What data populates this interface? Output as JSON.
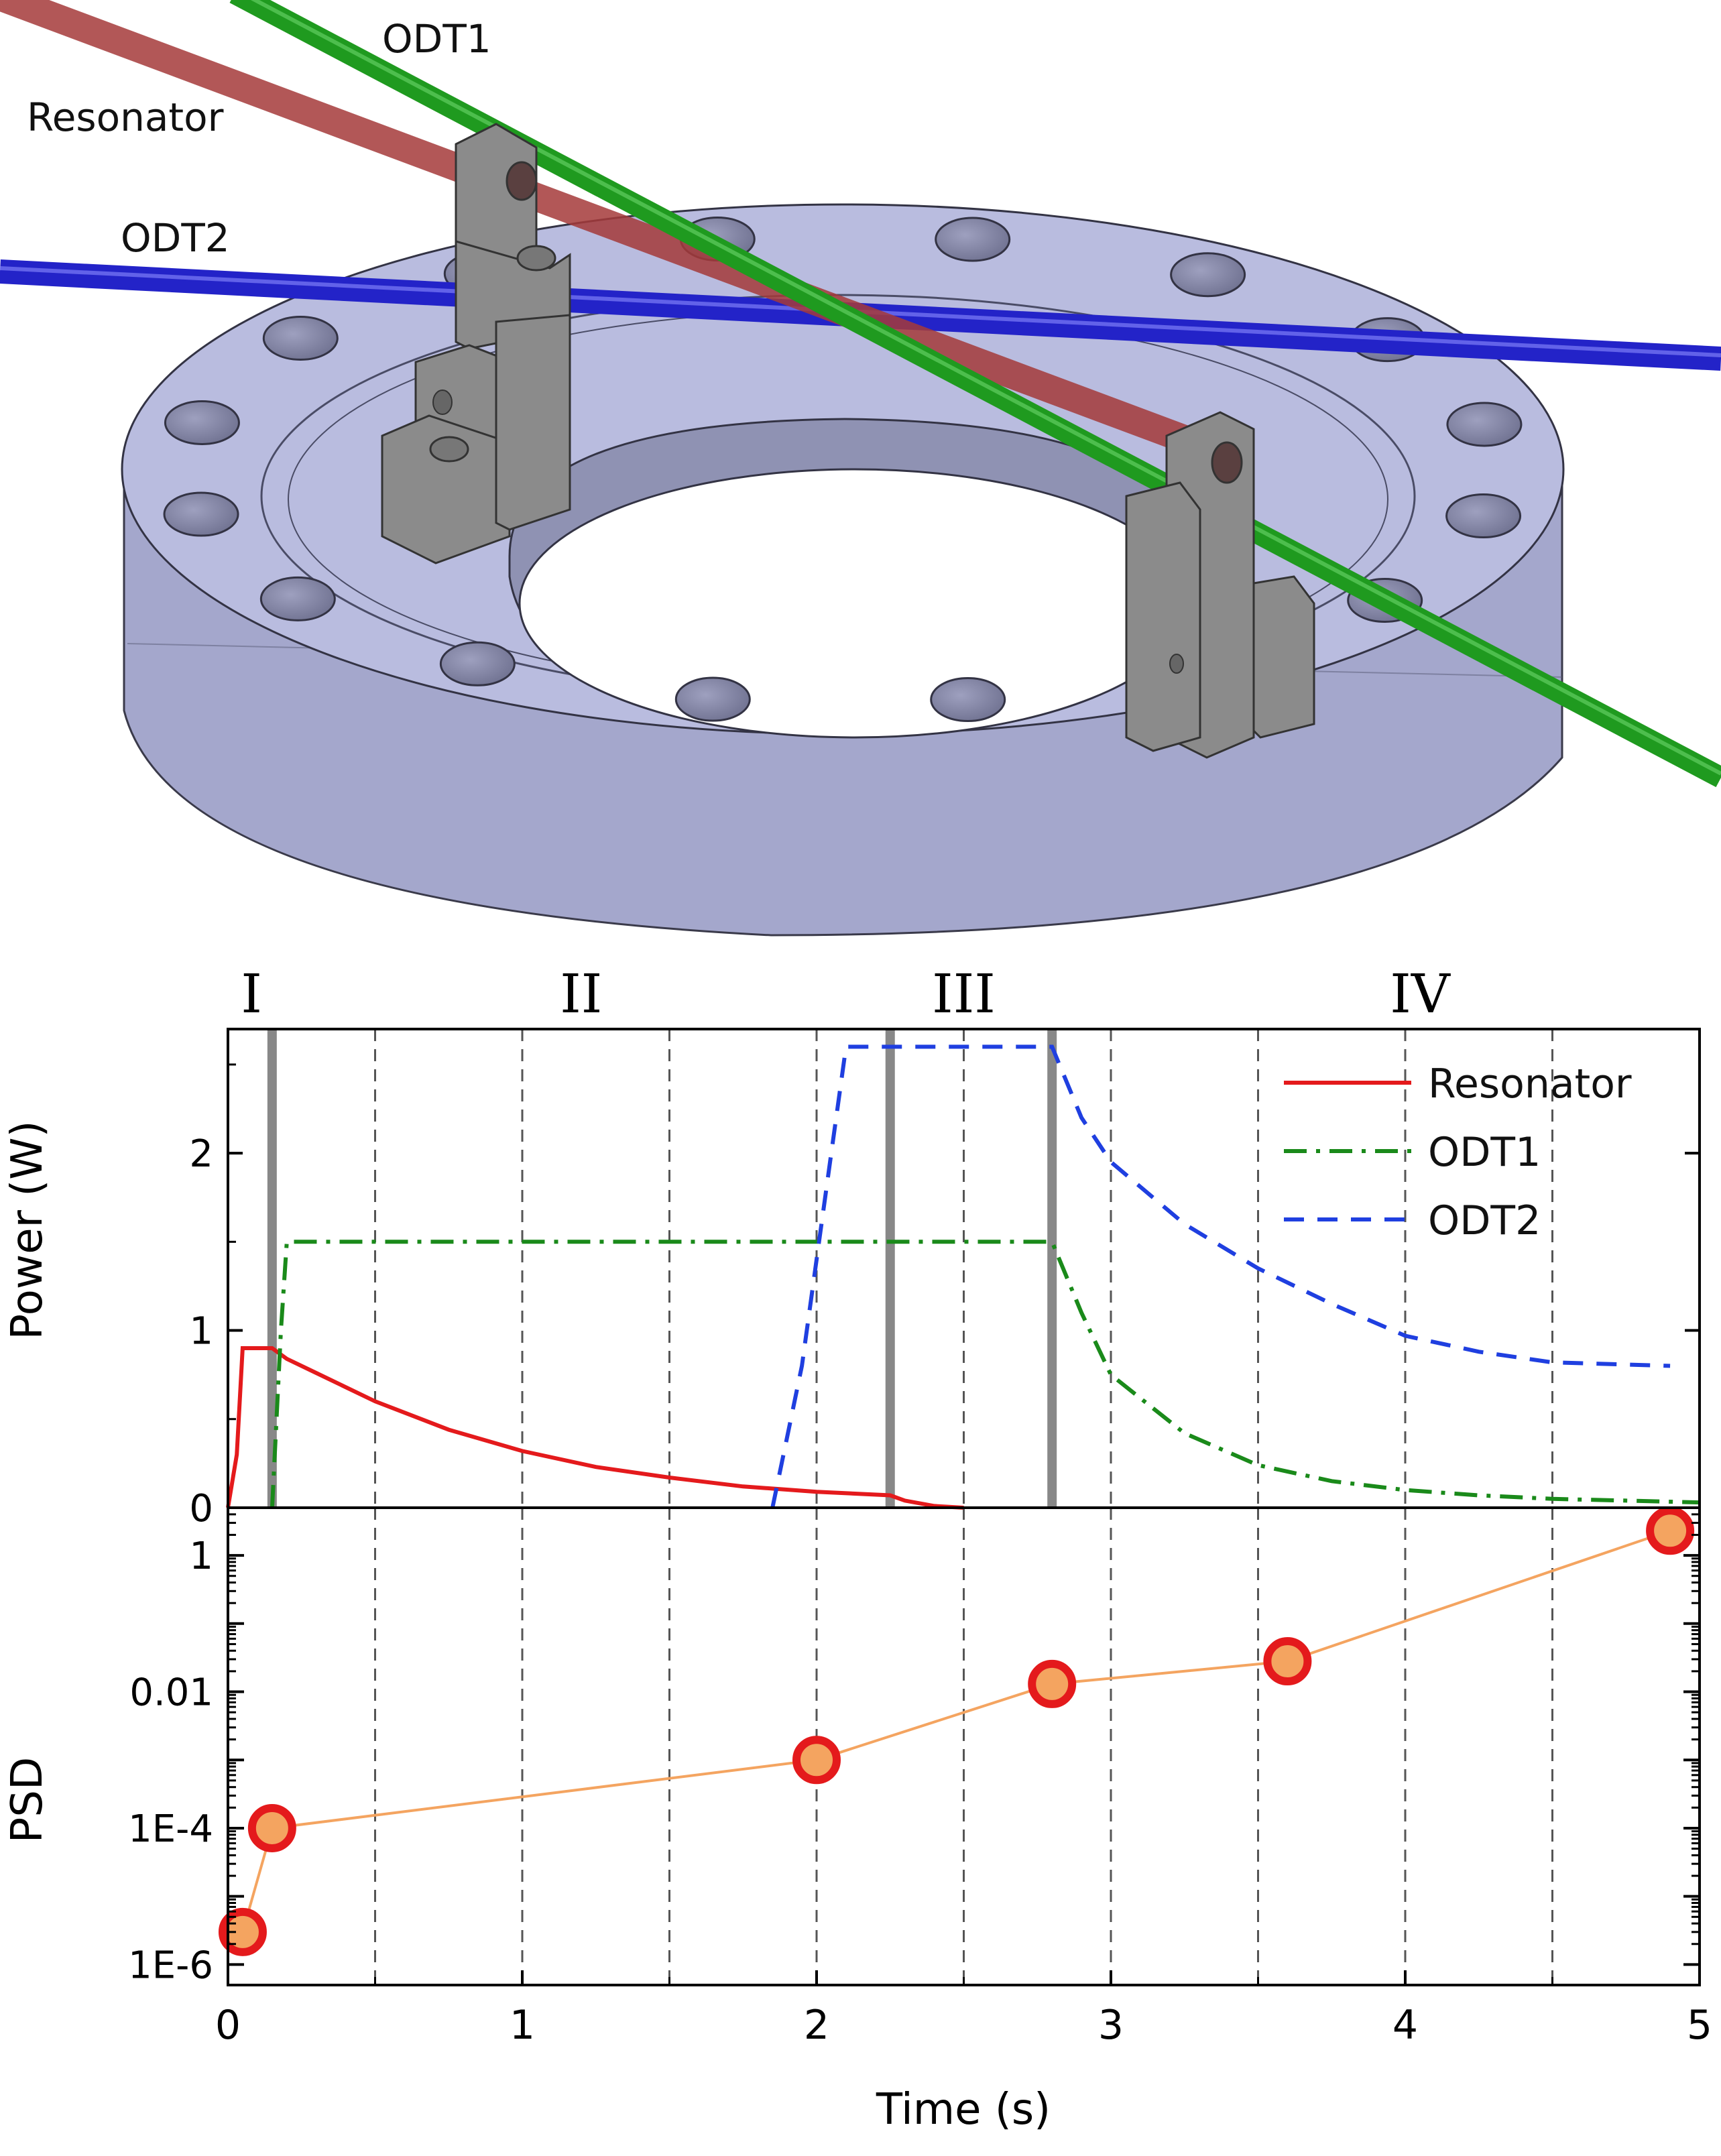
{
  "render": {
    "labels": {
      "odt1": "ODT1",
      "resonator": "Resonator",
      "odt2": "ODT2"
    },
    "colors": {
      "flange_top": "#b9bcdf",
      "flange_side": "#a4a7cc",
      "mount": "#8b8b8b",
      "resonator_beam": "#a53a3a",
      "odt1_beam": "#1f9a1f",
      "odt2_beam": "#2323c8"
    }
  },
  "chart_data": [
    {
      "type": "line",
      "xlabel": "",
      "ylabel": "Power (W)",
      "xlim": [
        0,
        5
      ],
      "ylim": [
        0,
        2.7
      ],
      "yticks": [
        "0",
        "1",
        "2"
      ],
      "phases": [
        {
          "label": "I",
          "x": 0.08
        },
        {
          "label": "II",
          "x": 1.2
        },
        {
          "label": "III",
          "x": 2.5
        },
        {
          "label": "IV",
          "x": 4.05
        }
      ],
      "phase_boundaries": [
        0.15,
        2.25,
        2.8
      ],
      "legend_position": "top-right",
      "series": [
        {
          "name": "Resonator",
          "color": "#e41a1c",
          "style": "solid",
          "x": [
            0.0,
            0.03,
            0.05,
            0.15,
            0.2,
            0.3,
            0.5,
            0.75,
            1.0,
            1.25,
            1.5,
            1.75,
            2.0,
            2.25,
            2.3,
            2.4,
            2.5
          ],
          "y": [
            0.0,
            0.3,
            0.9,
            0.9,
            0.84,
            0.76,
            0.6,
            0.44,
            0.32,
            0.23,
            0.17,
            0.12,
            0.09,
            0.07,
            0.04,
            0.01,
            0.0
          ]
        },
        {
          "name": "ODT1",
          "color": "#1a8a1a",
          "style": "dashdot",
          "x": [
            0.15,
            0.18,
            0.2,
            2.8,
            2.9,
            3.0,
            3.25,
            3.5,
            3.75,
            4.0,
            4.25,
            4.5,
            4.75,
            5.0
          ],
          "y": [
            0.0,
            1.0,
            1.5,
            1.5,
            1.1,
            0.75,
            0.42,
            0.24,
            0.15,
            0.1,
            0.07,
            0.05,
            0.04,
            0.03
          ]
        },
        {
          "name": "ODT2",
          "color": "#1f3fe0",
          "style": "dashed",
          "x": [
            1.85,
            1.95,
            2.05,
            2.1,
            2.8,
            2.9,
            3.0,
            3.25,
            3.5,
            3.75,
            4.0,
            4.25,
            4.5,
            4.9
          ],
          "y": [
            0.0,
            0.8,
            2.0,
            2.6,
            2.6,
            2.2,
            1.95,
            1.6,
            1.35,
            1.15,
            0.97,
            0.88,
            0.82,
            0.8
          ]
        }
      ]
    },
    {
      "type": "scatter",
      "xlabel": "Time (s)",
      "ylabel": "PSD",
      "xlim": [
        0,
        5
      ],
      "ylim": [
        5e-07,
        5
      ],
      "yscale": "log",
      "xticks": [
        "0",
        "1",
        "2",
        "3",
        "4",
        "5"
      ],
      "yticks": [
        "1E-6",
        "1E-4",
        "0.01",
        "1"
      ],
      "grid": "dashed vertical",
      "series": [
        {
          "color": "#f4a460",
          "marker_edge": "#e41a1c",
          "x": [
            0.05,
            0.15,
            2.0,
            2.8,
            3.6,
            4.9
          ],
          "y": [
            3e-06,
            0.0001,
            0.001,
            0.013,
            0.028,
            2.3
          ]
        }
      ]
    }
  ]
}
